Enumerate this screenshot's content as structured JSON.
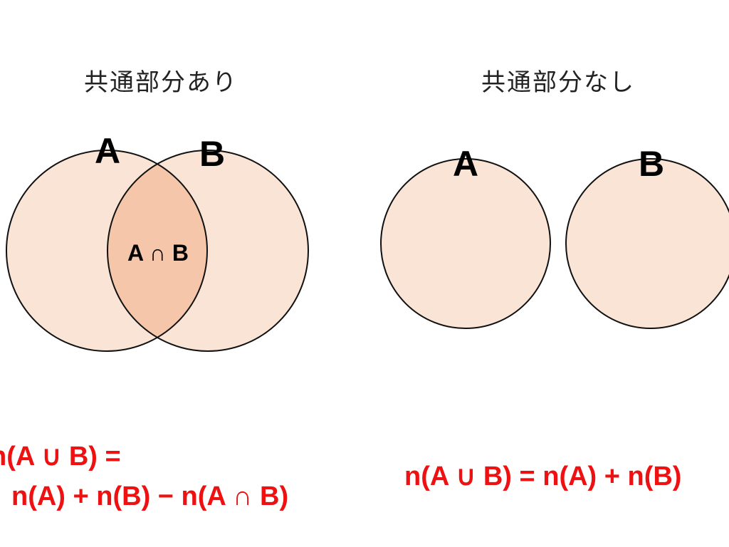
{
  "left_diagram": {
    "heading": "共通部分あり",
    "label_a": "A",
    "label_b": "B",
    "intersection_label": "A ∩ B"
  },
  "right_diagram": {
    "heading": "共通部分なし",
    "label_a": "A",
    "label_b": "B"
  },
  "formulas": {
    "left_line1": "n(A ∪ B) =",
    "left_line2": "n(A) + n(B) − n(A ∩ B)",
    "right": "n(A ∪ B) = n(A) + n(B)"
  },
  "colors": {
    "circle_fill": "#f9e4d6",
    "intersection_fill": "#f5c6a9",
    "outline": "#111111",
    "formula_text": "#ee1111"
  }
}
